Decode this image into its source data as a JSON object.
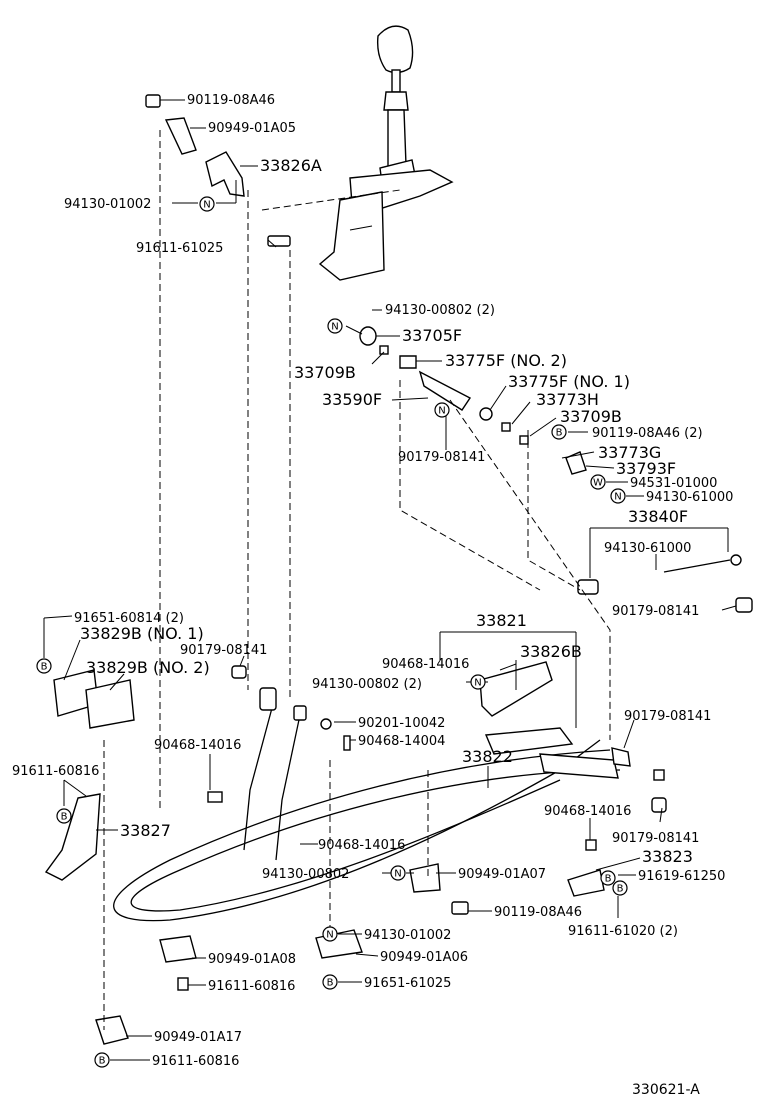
{
  "callouts": {
    "c1": "90119-08A46",
    "c2": "90949-01A05",
    "c3": "33826A",
    "c4": "94130-01002",
    "c5": "91611-61025",
    "c6": "94130-00802 (2)",
    "c7": "33705F",
    "c8": "33709B",
    "c9": "33775F (NO. 2)",
    "c10": "33775F (NO. 1)",
    "c11": "33590F",
    "c12": "33773H",
    "c13": "33709B",
    "c14": "90119-08A46 (2)",
    "c15": "90179-08141",
    "c16": "33773G",
    "c17": "33793F",
    "c18": "94531-01000",
    "c19": "94130-61000",
    "c20": "33840F",
    "c21": "94130-61000",
    "c22": "90179-08141",
    "c23": "91651-60814 (2)",
    "c24": "33829B (NO. 1)",
    "c25": "33829B (NO. 2)",
    "c26": "90179-08141",
    "c27": "33821",
    "c28": "90468-14016",
    "c29": "33826B",
    "c30": "94130-00802 (2)",
    "c31": "90201-10042",
    "c32": "90468-14004",
    "c33": "90468-14016",
    "c34": "90179-08141",
    "c35": "91611-60816",
    "c36": "33822",
    "c37": "33827",
    "c38": "90468-14016",
    "c39": "90179-08141",
    "c40": "90468-14016",
    "c41": "33823",
    "c42": "94130-00802",
    "c43": "90949-01A07",
    "c44": "91619-61250",
    "c45": "90119-08A46",
    "c46": "91611-61020 (2)",
    "c47": "94130-01002",
    "c48": "90949-01A08",
    "c49": "90949-01A06",
    "c50": "91611-60816",
    "c51": "91651-61025",
    "c52": "90949-01A17",
    "c53": "91611-60816"
  },
  "symbols": {
    "n": "N",
    "b": "B",
    "w": "W"
  },
  "catalog_number": "330621-A"
}
